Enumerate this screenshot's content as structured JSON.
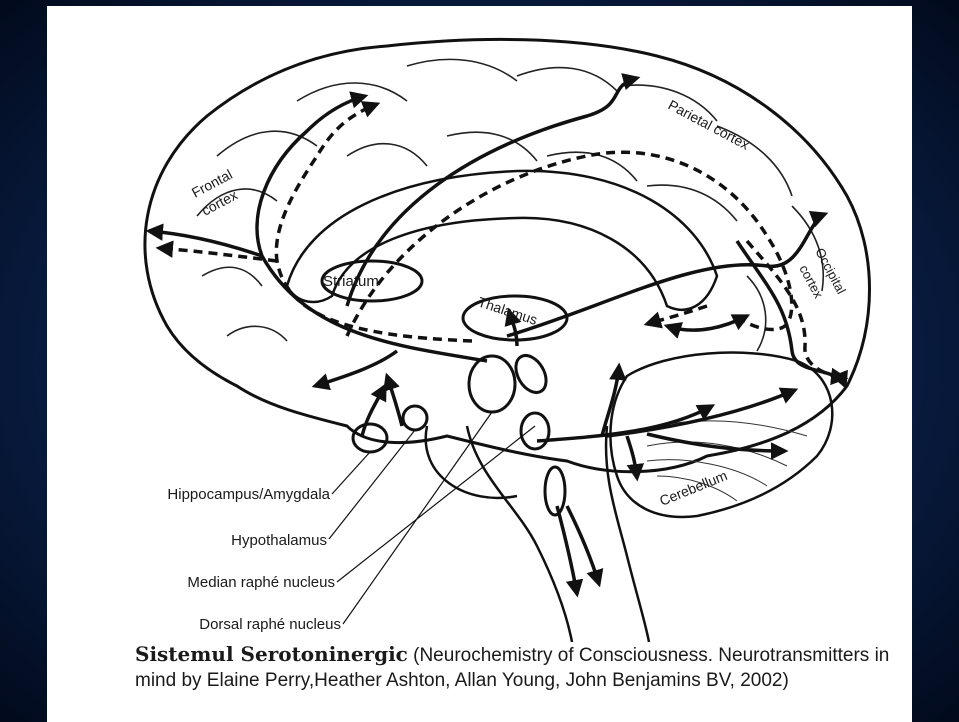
{
  "slide": {
    "background_color": "#0c2350",
    "panel_color": "#ffffff"
  },
  "diagram": {
    "structures": {
      "frontal": "Frontal cortex",
      "frontal_l1": "Frontal",
      "frontal_l2": "cortex",
      "parietal": "Parietal cortex",
      "occipital_l1": "Occipital",
      "occipital_l2": "cortex",
      "striatum": "Striatum",
      "thalamus": "Thalamus",
      "cerebellum": "Cerebellum"
    },
    "nuclei_labels": {
      "hippocampus": "Hippocampus/Amygdala",
      "hypothalamus": "Hypothalamus",
      "median_raphe": "Median raphé nucleus",
      "dorsal_raphe": "Dorsal raphé nucleus"
    }
  },
  "caption": {
    "title": "Sistemul Serotoninergic",
    "reference": " (Neurochemistry of Consciousness. Neurotransmitters in mind by Elaine Perry,Heather Ashton, Allan Young, John Benjamins BV, 2002)"
  }
}
